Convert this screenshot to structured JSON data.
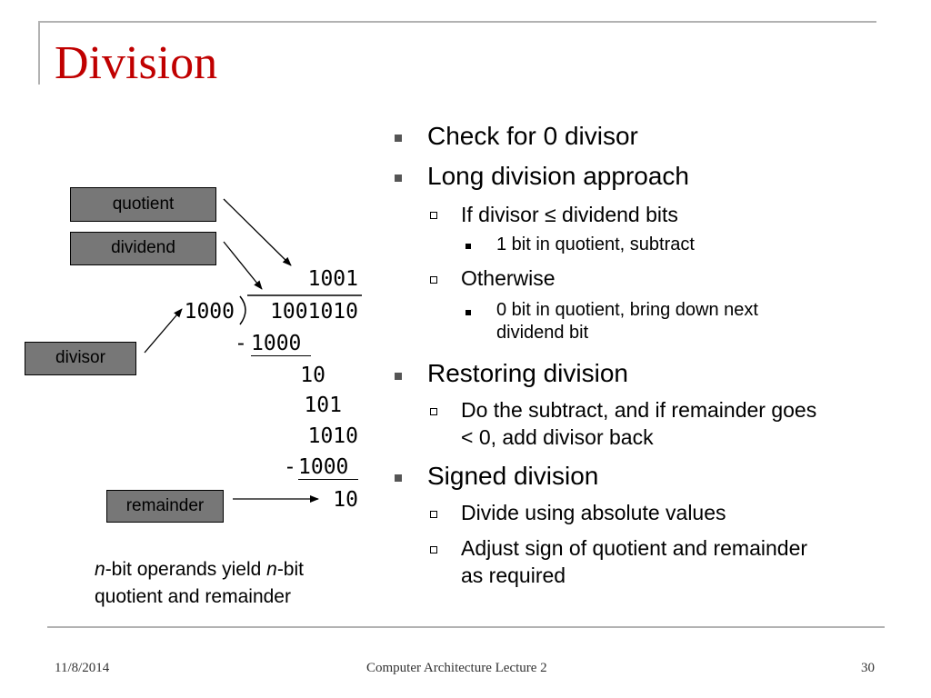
{
  "slide": {
    "title": "Division",
    "footer": {
      "date": "11/8/2014",
      "course": "Computer Architecture Lecture 2",
      "page": "30"
    }
  },
  "diagram": {
    "labels": {
      "quotient": "quotient",
      "dividend": "dividend",
      "divisor": "divisor",
      "remainder": "remainder"
    },
    "work": {
      "quotient": "1001",
      "divisor": "1000",
      "dividend": "1001010",
      "step1_subtrahend": "1000",
      "partial1": "10",
      "partial2": "101",
      "partial3": "1010",
      "step2_subtrahend": "1000",
      "remainder": "10",
      "minus": "-"
    },
    "caption": {
      "n1": "n",
      "t1": "-bit operands yield ",
      "n2": "n",
      "t2": "-bit",
      "line2": "quotient and remainder"
    }
  },
  "bullets": {
    "check": "Check for 0 divisor",
    "long": "Long division approach",
    "if_divisor": "If divisor ≤ dividend bits",
    "one_bit": "1 bit in quotient, subtract",
    "otherwise": "Otherwise",
    "zero_bit_1": "0 bit in quotient, bring down next",
    "zero_bit_2": "dividend bit",
    "restoring": "Restoring division",
    "do_sub_1": "Do the subtract, and if remainder goes",
    "do_sub_2": "< 0, add divisor back",
    "signed": "Signed division",
    "abs": "Divide using absolute values",
    "adjust_1": "Adjust sign of quotient and remainder",
    "adjust_2": "as required"
  }
}
